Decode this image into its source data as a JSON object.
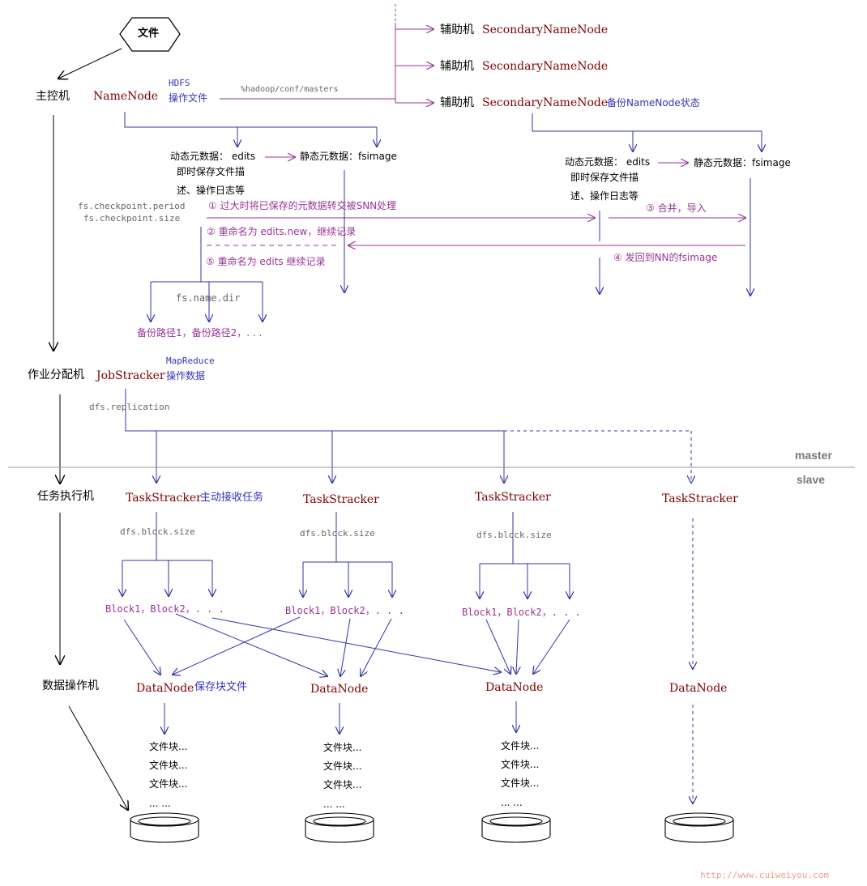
{
  "file_label": "文件",
  "roles": {
    "master_control": "主控机",
    "job_dispatcher": "作业分配机",
    "task_executor": "任务执行机",
    "data_operator": "数据操作机"
  },
  "namenode": {
    "name": "NameNode",
    "note_line1": "HDFS",
    "note_line2": "操作文件",
    "config": "%hadoop/conf/masters"
  },
  "secondary": {
    "prefix": "辅助机",
    "name": "SecondaryNameNode",
    "backup_note": "备份NameNode状态"
  },
  "metadata": {
    "dynamic": "动态元数据： edits",
    "dynamic_l2": "即时保存文件描",
    "dynamic_l3": "述、操作日志等",
    "static": "静态元数据：fsimage"
  },
  "checkpoint": {
    "period": "fs.checkpoint.period",
    "size": "fs.checkpoint.size"
  },
  "steps": {
    "s1": "① 过大时将已保存的元数据转交被SNN处理",
    "s2": "② 重命名为 edits.new，继续记录",
    "s3": "③ 合并，导入",
    "s4": "④ 发回到NN的fsimage",
    "s5": "⑤ 重命名为 edits 继续记录"
  },
  "namedir": {
    "config": "fs.name.dir",
    "paths": "备份路径1，备份路径2，. . ."
  },
  "jobtracker": {
    "name": "JobStracker",
    "note_line1": "MapReduce",
    "note_line2": "操作数据",
    "replication": "dfs.replication"
  },
  "sections": {
    "master": "master",
    "slave": "slave"
  },
  "tasktracker": {
    "name": "TaskStracker",
    "note": "主动接收任务",
    "block_size": "dfs.block.size",
    "blocks": "Block1，Block2，. . ."
  },
  "datanode": {
    "name": "DataNode",
    "note": "保存块文件",
    "file_block": "文件块...",
    "ellipsis": "... ..."
  },
  "footer_url": "http://www.cuiweiyou.com"
}
